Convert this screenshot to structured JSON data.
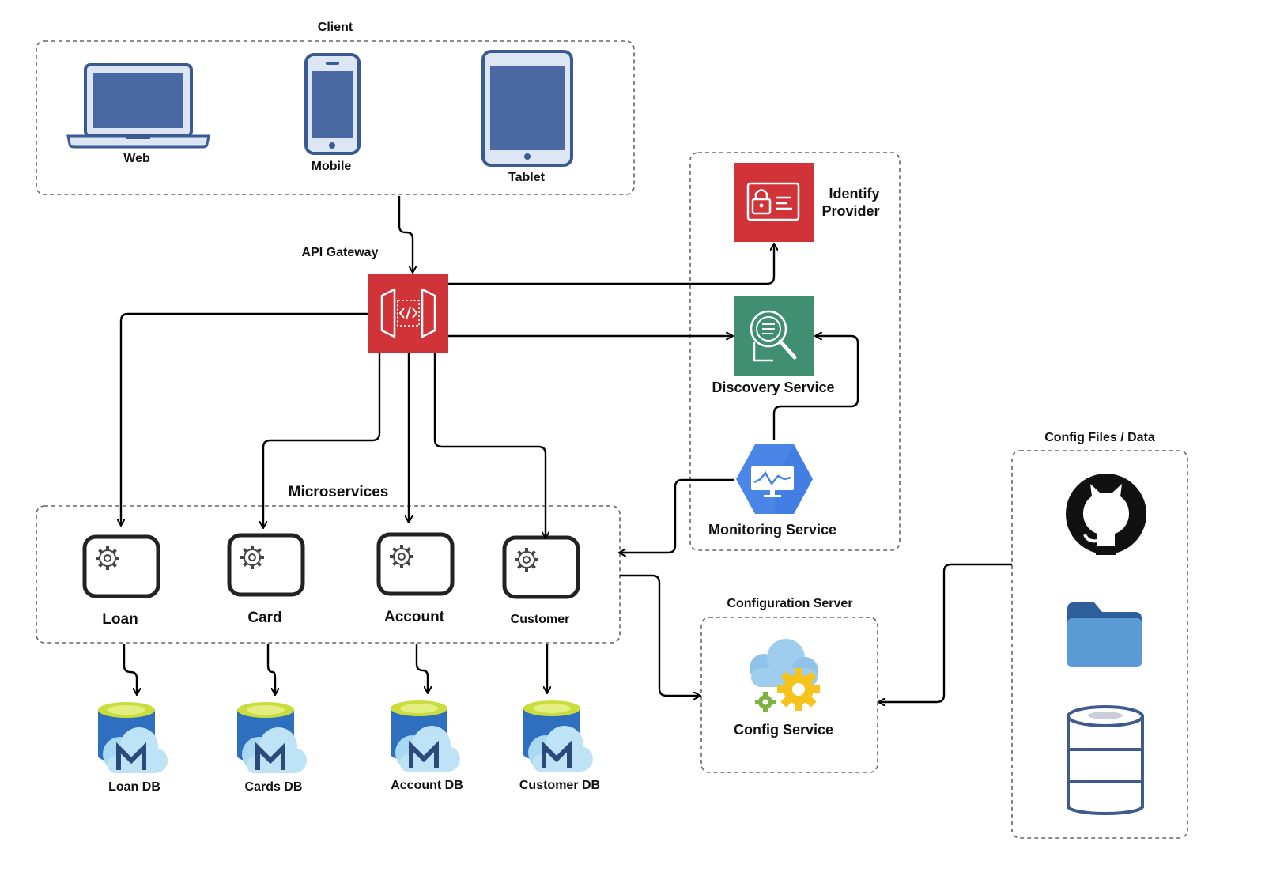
{
  "groups": {
    "client": "Client",
    "microservices": "Microservices",
    "configuration_server": "Configuration Server",
    "config_files": "Config Files / Data"
  },
  "clients": {
    "web": "Web",
    "mobile": "Mobile",
    "tablet": "Tablet"
  },
  "gateway": {
    "label": "API Gateway",
    "color": "#d13438"
  },
  "identity": {
    "label_line1": "Identify",
    "label_line2": "Provider",
    "color": "#d13438"
  },
  "discovery": {
    "label": "Discovery Service",
    "color": "#3f8f70"
  },
  "monitoring": {
    "label": "Monitoring Service",
    "color": "#4a86e8"
  },
  "services": {
    "loan": "Loan",
    "card": "Card",
    "account": "Account",
    "customer": "Customer"
  },
  "databases": {
    "loan": "Loan DB",
    "cards": "Cards DB",
    "account": "Account DB",
    "customer": "Customer DB"
  },
  "config": {
    "label": "Config Service"
  },
  "colors": {
    "device_fill": "#4a69a3",
    "device_stroke": "#3a5a94",
    "folder": "#5b9bd5",
    "db_stroke": "#3f5a8c"
  }
}
